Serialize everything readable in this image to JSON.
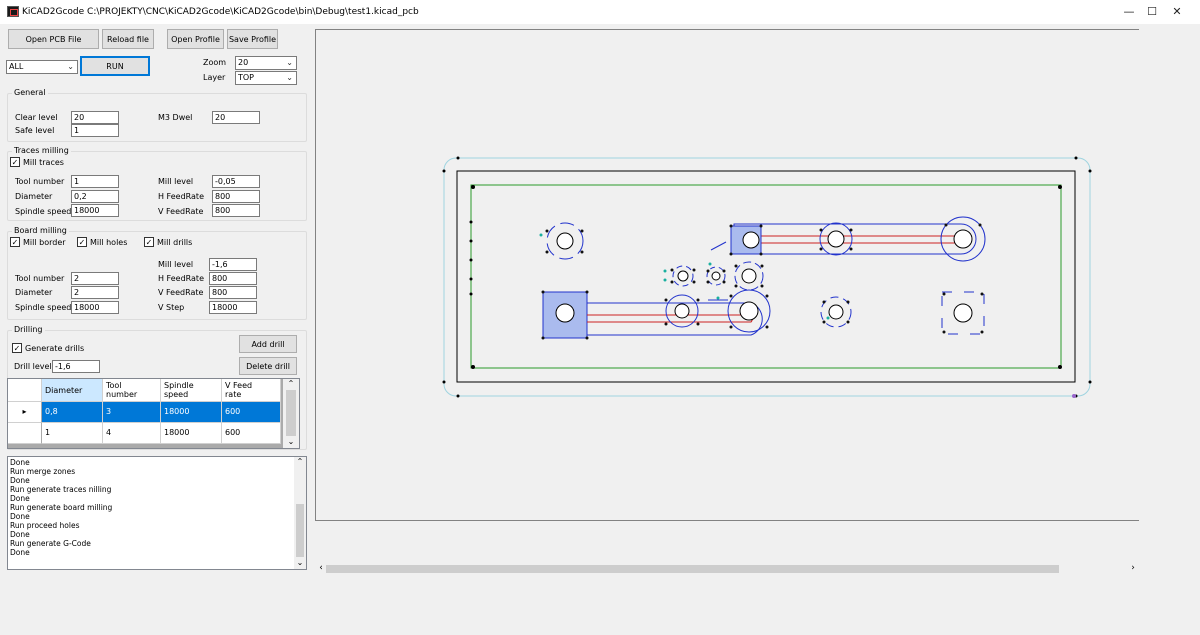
{
  "window": {
    "title": "KiCAD2Gcode C:\\PROJEKTY\\CNC\\KiCAD2Gcode\\KiCAD2Gcode\\bin\\Debug\\test1.kicad_pcb",
    "minimize": "—",
    "maximize": "☐",
    "close": "✕"
  },
  "toolbar": {
    "open_pcb": "Open PCB File",
    "reload": "Reload file",
    "open_profile": "Open Profile",
    "save_profile": "Save Profile",
    "mode_value": "ALL",
    "run": "RUN",
    "zoom_label": "Zoom",
    "zoom_value": "20",
    "layer_label": "Layer",
    "layer_value": "TOP"
  },
  "general": {
    "title": "General",
    "clear_level_label": "Clear level",
    "clear_level": "20",
    "safe_level_label": "Safe level",
    "safe_level": "1",
    "m3_dwel_label": "M3 Dwel",
    "m3_dwel": "20"
  },
  "traces": {
    "title": "Traces milling",
    "mill_traces_label": "Mill traces",
    "tool_number_label": "Tool number",
    "tool_number": "1",
    "diameter_label": "Diameter",
    "diameter": "0,2",
    "spindle_label": "Spindle speed",
    "spindle": "18000",
    "mill_level_label": "Mill level",
    "mill_level": "-0,05",
    "h_feed_label": "H FeedRate",
    "h_feed": "800",
    "v_feed_label": "V FeedRate",
    "v_feed": "800"
  },
  "board": {
    "title": "Board milling",
    "mill_border_label": "Mill border",
    "mill_holes_label": "Mill holes",
    "mill_drills_label": "Mill drills",
    "mill_level_label": "Mill level",
    "mill_level": "-1,6",
    "tool_number_label": "Tool number",
    "tool_number": "2",
    "h_feed_label": "H FeedRate",
    "h_feed": "800",
    "diameter_label": "Diameter",
    "diameter": "2",
    "v_feed_label": "V FeedRate",
    "v_feed": "800",
    "spindle_label": "Spindle speed",
    "spindle": "18000",
    "v_step_label": "V Step",
    "v_step": "18000"
  },
  "drilling": {
    "title": "Drilling",
    "generate_label": "Generate drills",
    "add_drill": "Add drill",
    "delete_drill": "Delete drill",
    "drill_level_label": "Drill level",
    "drill_level": "-1,6",
    "columns": [
      "Diameter",
      "Tool number",
      "Spindle speed",
      "V Feed rate"
    ],
    "rows": [
      [
        "0,8",
        "3",
        "18000",
        "600"
      ],
      [
        "1",
        "4",
        "18000",
        "600"
      ]
    ],
    "selected_marker": "▸"
  },
  "log": {
    "lines": [
      "Done",
      "Run merge zones",
      "Done",
      "Run generate traces nilling",
      "Done",
      "Run generate board milling",
      "Done",
      "Run proceed holes",
      "Done",
      "Run generate G-Code",
      "Done"
    ]
  },
  "icons": {
    "check": "✓",
    "chevron_down": "⌄",
    "scroll_up": "⌃",
    "scroll_down": "⌄",
    "scroll_left": "‹",
    "scroll_right": "›"
  },
  "colors": {
    "outline_cyan": "#9fd4e0",
    "board_green": "#2a9a2a",
    "trace_blue": "#2233cc",
    "trace_red": "#cc2222",
    "pad_fill": "#aabbee",
    "selection": "#0078d7"
  }
}
